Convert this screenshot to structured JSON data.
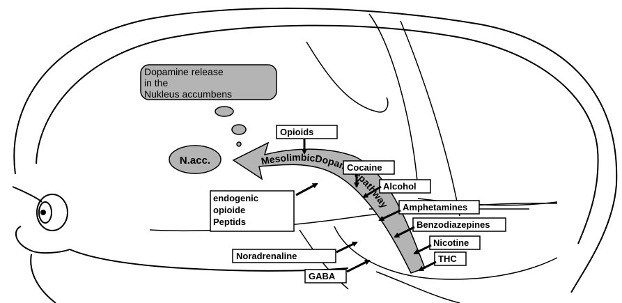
{
  "bubble": {
    "line1": "Dopamine release",
    "line2": "in the",
    "line3": "Nukleus accumbens"
  },
  "nacc_label": "N.acc.",
  "pathway_text": "MesolimbicDopaminepathway",
  "drugs": {
    "opioids": "Opioids",
    "cocaine": "Cocaine",
    "alcohol": "Alcohol",
    "amphetamines": "Amphetamines",
    "benzodiazepines": "Benzodiazepines",
    "nicotine": "Nicotine",
    "thc": "THC",
    "noradrenaline": "Noradrenaline",
    "gaba": "GABA"
  },
  "endogenous": {
    "line1": "endogenic",
    "line2": "opioide",
    "line3": "Peptids"
  },
  "colors": {
    "shape_fill": "#b4b4b4",
    "line": "#000000",
    "label_bg": "#ffffff"
  }
}
